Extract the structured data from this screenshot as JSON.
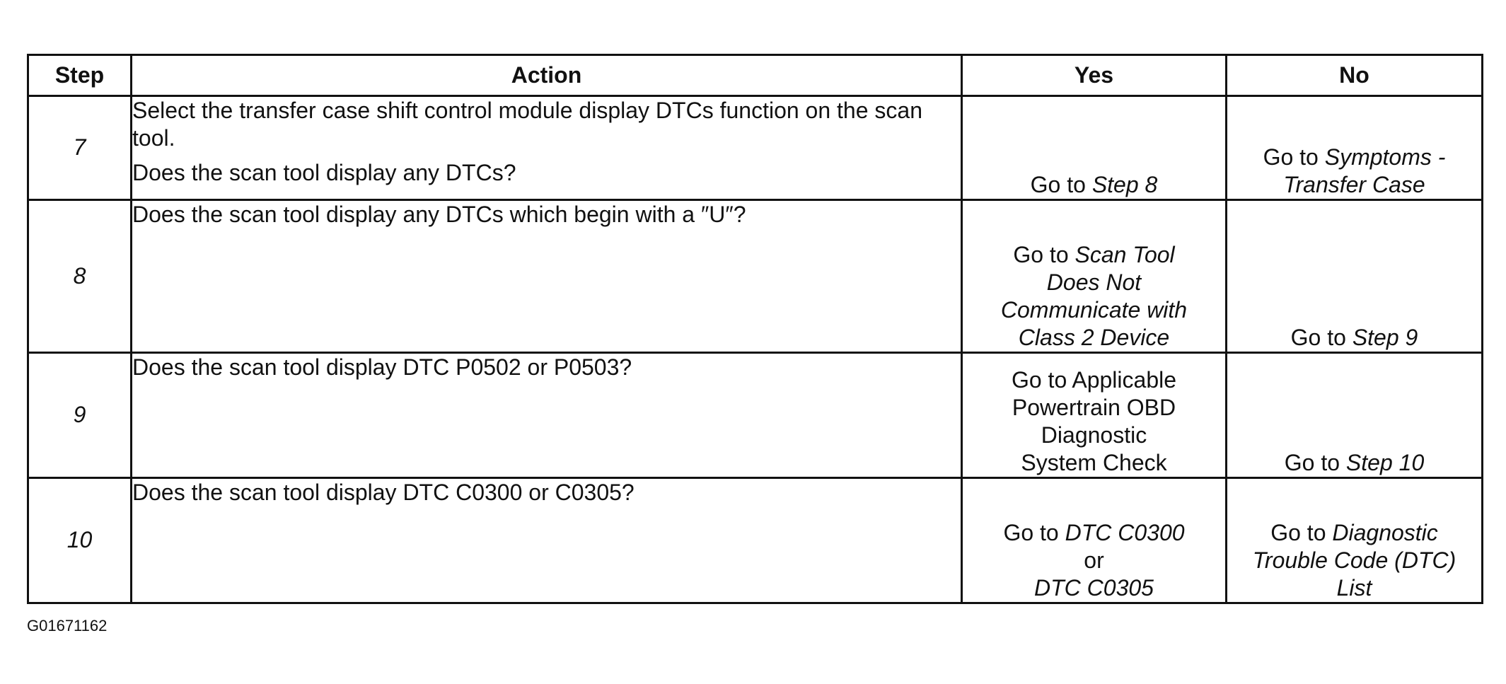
{
  "table": {
    "headers": {
      "step": "Step",
      "action": "Action",
      "yes": "Yes",
      "no": "No"
    },
    "rows": [
      {
        "step": "7",
        "action": [
          "Select the transfer case shift control module display DTCs function on the scan tool.",
          "Does the scan tool display any DTCs?"
        ],
        "yes": {
          "prefix": "Go to ",
          "ref": "Step 8"
        },
        "no": {
          "prefix": "Go to ",
          "ref1": "Symptoms -",
          "ref2": "Transfer Case"
        }
      },
      {
        "step": "8",
        "action": [
          "Does the scan tool display any DTCs which begin with a ″U″?"
        ],
        "yes": {
          "prefix": "Go to ",
          "ref1": "Scan Tool",
          "ref2": "Does Not",
          "ref3": "Communicate with",
          "ref4": "Class 2 Device"
        },
        "no": {
          "prefix": "Go to ",
          "ref": "Step 9"
        }
      },
      {
        "step": "9",
        "action": [
          "Does the scan tool display DTC P0502 or P0503?"
        ],
        "yes": {
          "line1": "Go to Applicable",
          "line2": "Powertrain OBD",
          "line3": "Diagnostic",
          "line4": "System Check"
        },
        "no": {
          "prefix": "Go to ",
          "ref": "Step 10"
        }
      },
      {
        "step": "10",
        "action": [
          "Does the scan tool display DTC C0300 or C0305?"
        ],
        "yes": {
          "prefix": "Go to ",
          "ref1": "DTC C0300",
          "or": "or",
          "ref2": "DTC C0305"
        },
        "no": {
          "prefix": "Go to ",
          "ref1": "Diagnostic",
          "ref2": "Trouble Code (DTC)",
          "ref3": "List"
        }
      }
    ]
  },
  "caption": "G01671162"
}
